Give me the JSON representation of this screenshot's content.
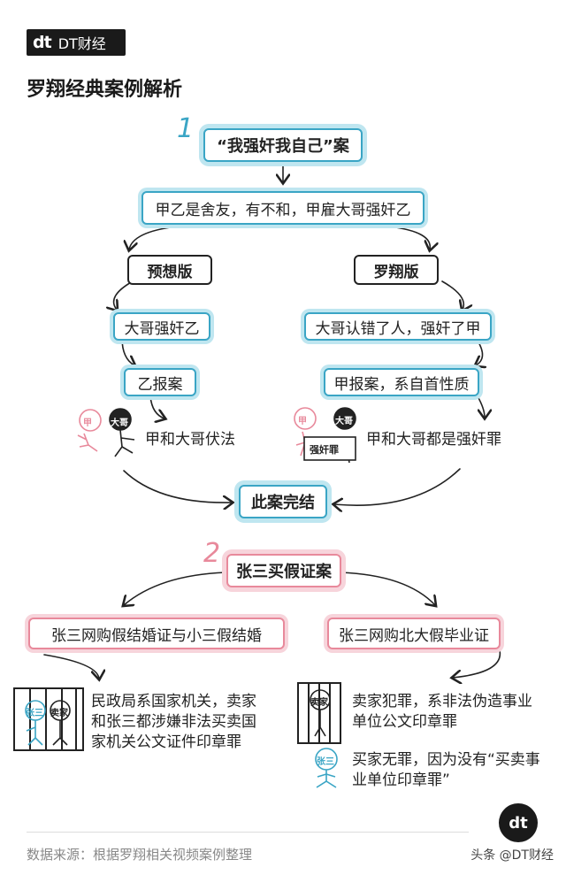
{
  "header": {
    "logo_mark": "dt",
    "logo_name": "DT财经",
    "title": "罗翔经典案例解析"
  },
  "case1": {
    "number": "1",
    "title": "“我强奸我自己”案",
    "premise": "甲乙是舍友，有不和，甲雇大哥强奸乙",
    "left": {
      "label": "预想版",
      "step1": "大哥强奸乙",
      "step2": "乙报案",
      "result": "甲和大哥伏法",
      "figure_a": "甲",
      "figure_b": "大哥"
    },
    "right": {
      "label": "罗翔版",
      "step1": "大哥认错了人，强奸了甲",
      "step2": "甲报案，系自首性质",
      "result": "甲和大哥都是强奸罪",
      "figure_a": "甲",
      "figure_b": "大哥",
      "sign": "强奸罪"
    },
    "end": "此案完结"
  },
  "case2": {
    "number": "2",
    "title": "张三买假证案",
    "left": {
      "scenario": "张三网购假结婚证与小三假结婚",
      "result": "民政局系国家机关，卖家和张三都涉嫌非法买卖国家机关公文证件印章罪",
      "figure_a": "张三",
      "figure_b": "卖家"
    },
    "right": {
      "scenario": "张三网购北大假毕业证",
      "result_seller": "卖家犯罪，系非法伪造事业单位公文印章罪",
      "result_buyer": "买家无罪，因为没有“买卖事业单位印章罪”",
      "figure_seller": "卖家",
      "figure_buyer": "张三"
    }
  },
  "footer": {
    "source": "数据来源：根据罗翔相关视频案例整理",
    "watermark": "头条 @DT财经",
    "badge": "dt"
  },
  "colors": {
    "blue": "#3aa5c5",
    "pink": "#e8899b",
    "ink": "#222222"
  }
}
